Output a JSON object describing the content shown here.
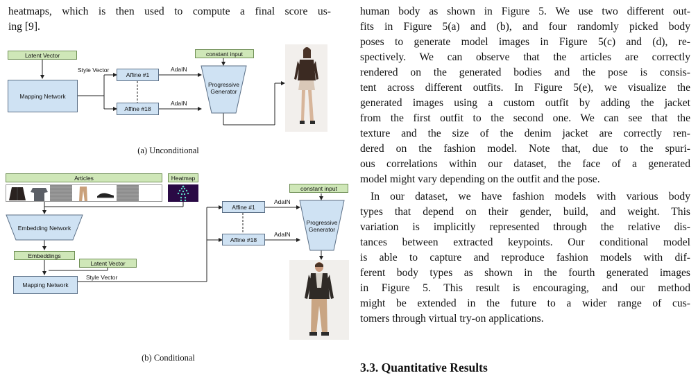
{
  "left_top_text": {
    "line1": "heatmaps, which is then used to compute a final score us-",
    "line2": "ing [9]."
  },
  "diagram_a": {
    "latent_vector": "Latent Vector",
    "mapping_network": "Mapping Network",
    "style_vector": "Style Vector",
    "affine_1": "Affine #1",
    "affine_18": "Affine #18",
    "adain_1": "AdaIN",
    "adain_18": "AdaIN",
    "constant_input": "constant input",
    "generator": "Progressive Generator",
    "caption": "(a) Unconditional"
  },
  "diagram_b": {
    "articles": "Articles",
    "heatmap": "Heatmap",
    "embedding_network": "Embedding Network",
    "embeddings": "Embeddings",
    "latent_vector": "Latent Vector",
    "mapping_network": "Mapping Network",
    "style_vector": "Style Vector",
    "affine_1": "Affine #1",
    "affine_18": "Affine #18",
    "adain_1": "AdaIN",
    "adain_18": "AdaIN",
    "constant_input": "constant input",
    "generator": "Progressive Generator",
    "caption": "(b) Conditional"
  },
  "right_column": {
    "p1": [
      "human body as shown in Figure 5. We use two different out-",
      "fits in Figure 5(a) and (b), and four randomly picked body",
      "poses to generate model images in Figure 5(c) and (d), re-",
      "spectively. We can observe that the articles are correctly",
      "rendered on the generated bodies and the pose is consis-",
      "tent across different outfits. In Figure 5(e), we visualize the",
      "generated images using a custom outfit by adding the jacket",
      "from the first outfit to the second one. We can see that the",
      "texture and the size of the denim jacket are correctly ren-",
      "dered on the fashion model. Note that, due to the spuri-",
      "ous correlations within our dataset, the face of a generated",
      "model might vary depending on the outfit and the pose."
    ],
    "p2": [
      "In our dataset, we have fashion models with various body",
      "types that depend on their gender, build, and weight. This",
      "variation is implicitly represented through the relative dis-",
      "tances between extracted keypoints. Our conditional model",
      "is able to capture and reproduce fashion models with dif-",
      "ferent body types as shown in the fourth generated images",
      "in Figure 5. This result is encouraging, and our method",
      "might be extended in the future to a wider range of cus-",
      "tomers through virtual try-on applications."
    ],
    "heading": "3.3. Quantitative Results"
  }
}
